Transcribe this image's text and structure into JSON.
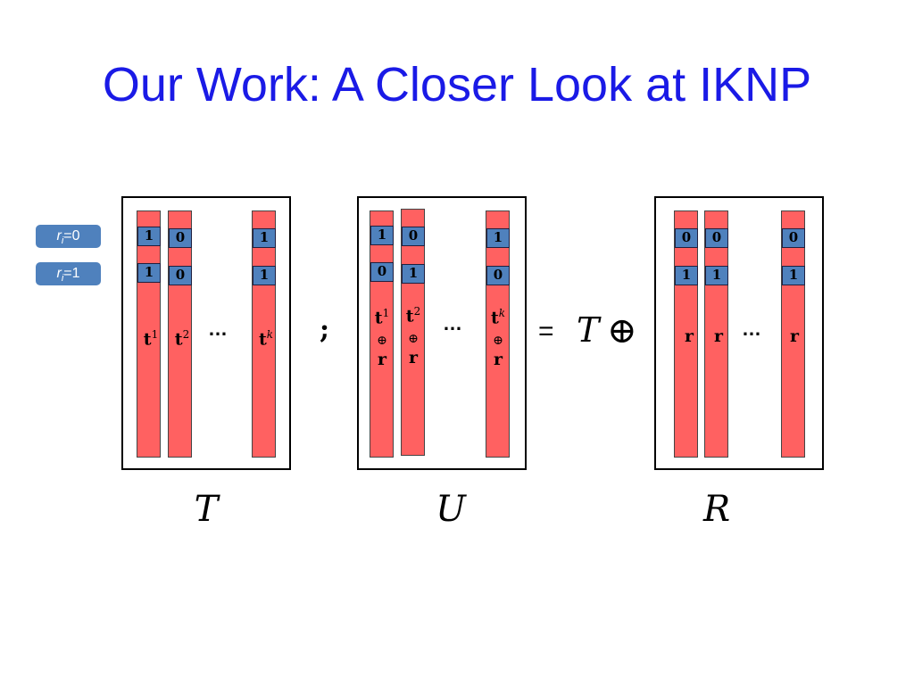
{
  "title": "Our Work: A Closer Look at IKNP",
  "legend": [
    {
      "var": "r",
      "sub": "i",
      "rest": "=0"
    },
    {
      "var": "r",
      "sub": "i",
      "rest": "=1"
    }
  ],
  "dots": "…",
  "semicolon": ";",
  "equals": "=",
  "t_symbol": "T",
  "xor_symbol": "⊕",
  "matrices": {
    "T": {
      "caption": "T",
      "columns": [
        {
          "row0": "1",
          "row1": "1",
          "label": "t",
          "sup": "1"
        },
        {
          "row0": "0",
          "row1": "0",
          "label": "t",
          "sup": "2"
        },
        {
          "row0": "1",
          "row1": "1",
          "label": "t",
          "sup": "k"
        }
      ]
    },
    "U": {
      "caption": "U",
      "columns": [
        {
          "row0": "1",
          "row1": "0",
          "label": "t",
          "sup": "1",
          "xor": "⊕",
          "r": "r"
        },
        {
          "row0": "0",
          "row1": "1",
          "label": "t",
          "sup": "2",
          "xor": "⊕",
          "r": "r"
        },
        {
          "row0": "1",
          "row1": "0",
          "label": "t",
          "sup": "k",
          "xor": "⊕",
          "r": "r"
        }
      ]
    },
    "R": {
      "caption": "R",
      "columns": [
        {
          "row0": "0",
          "row1": "1",
          "label": "r"
        },
        {
          "row0": "0",
          "row1": "1",
          "label": "r"
        },
        {
          "row0": "0",
          "row1": "1",
          "label": "r"
        }
      ]
    }
  }
}
